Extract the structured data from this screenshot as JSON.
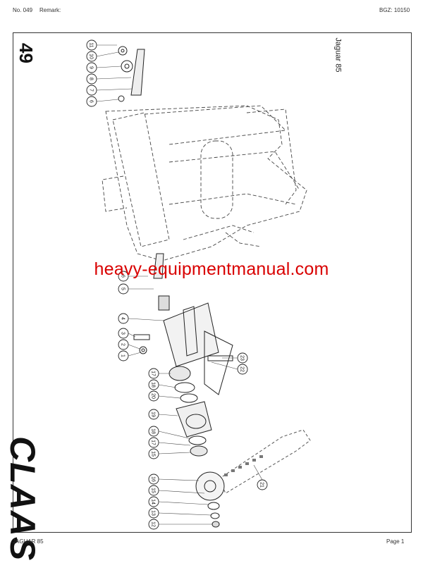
{
  "header": {
    "doc_number": "No. 049",
    "remark_label": "Remark:",
    "bgz_code": "BGZ: 10150"
  },
  "sheet": {
    "number": "49",
    "model_label": "Jaguar 85",
    "brand_logo": "CLAAS"
  },
  "callouts": [
    "11",
    "10",
    "9",
    "8",
    "7",
    "6",
    "6",
    "5",
    "4",
    "3",
    "2",
    "1",
    "17",
    "18",
    "20",
    "19",
    "18",
    "17",
    "15",
    "16",
    "15",
    "14",
    "13",
    "12",
    "23",
    "22",
    "21"
  ],
  "watermark": "heavy-equipmentmanual.com",
  "footer": {
    "model": "JAGUAR 85",
    "page": "Page 1"
  }
}
